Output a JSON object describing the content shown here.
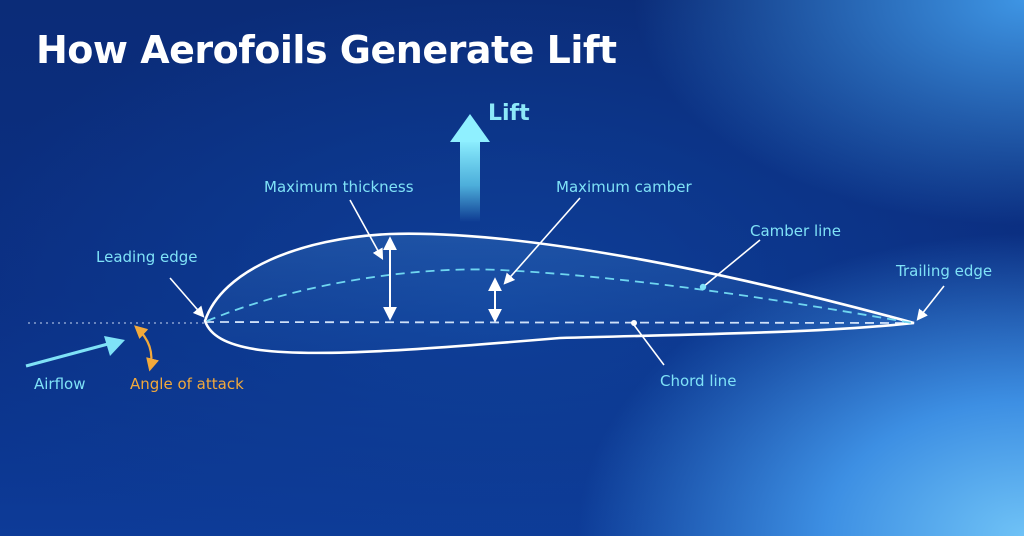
{
  "title": "How Aerofoils Generate Lift",
  "labels": {
    "lift": "Lift",
    "maximum_thickness": "Maximum thickness",
    "maximum_camber": "Maximum camber",
    "camber_line": "Camber line",
    "leading_edge": "Leading edge",
    "trailing_edge": "Trailing edge",
    "chord_line": "Chord line",
    "airflow": "Airflow",
    "angle_of_attack": "Angle of attack"
  },
  "colors": {
    "label_cyan": "#7fe2f7",
    "angle_orange": "#f2a93b",
    "outline_white": "#ffffff",
    "camber_dash": "#6fd6f0"
  },
  "icons": {
    "lift": "up-arrow",
    "airflow": "right-arrow"
  }
}
